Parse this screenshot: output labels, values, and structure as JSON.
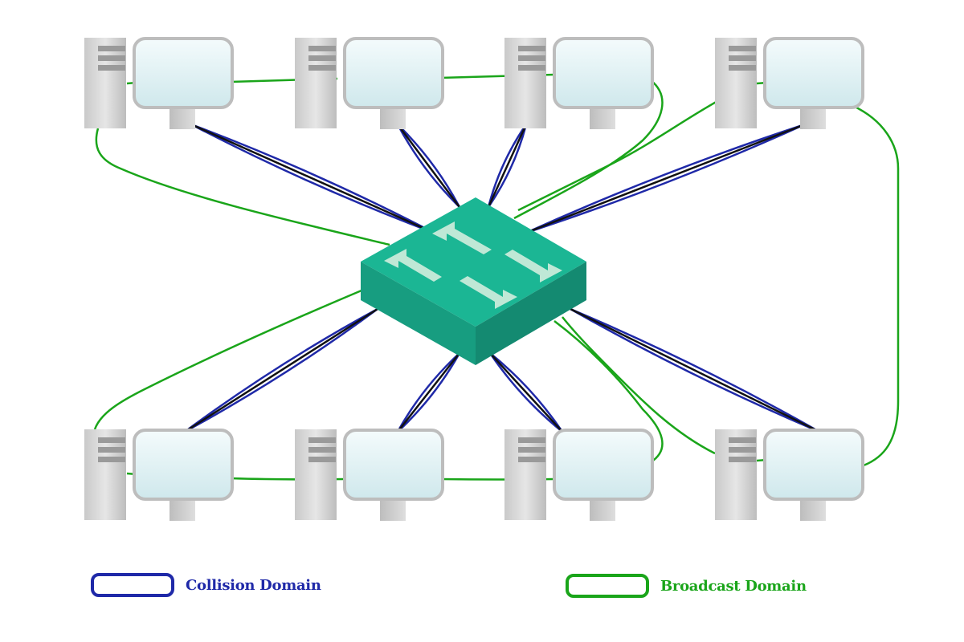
{
  "legend": {
    "collision": {
      "label": "Collision Domain",
      "color": "#1f29a8"
    },
    "broadcast": {
      "label": "Broadcast Domain",
      "color": "#1aa51a"
    }
  },
  "diagram": {
    "hub": {
      "name": "switch",
      "icon": "switch-arrows-icon",
      "color": "#1bb694"
    },
    "devices": [
      {
        "name": "computer-1",
        "row": "top"
      },
      {
        "name": "computer-2",
        "row": "top"
      },
      {
        "name": "computer-3",
        "row": "top"
      },
      {
        "name": "computer-4",
        "row": "top"
      },
      {
        "name": "computer-5",
        "row": "bottom"
      },
      {
        "name": "computer-6",
        "row": "bottom"
      },
      {
        "name": "computer-7",
        "row": "bottom"
      },
      {
        "name": "computer-8",
        "row": "bottom"
      }
    ],
    "cable_color": "#111111"
  }
}
